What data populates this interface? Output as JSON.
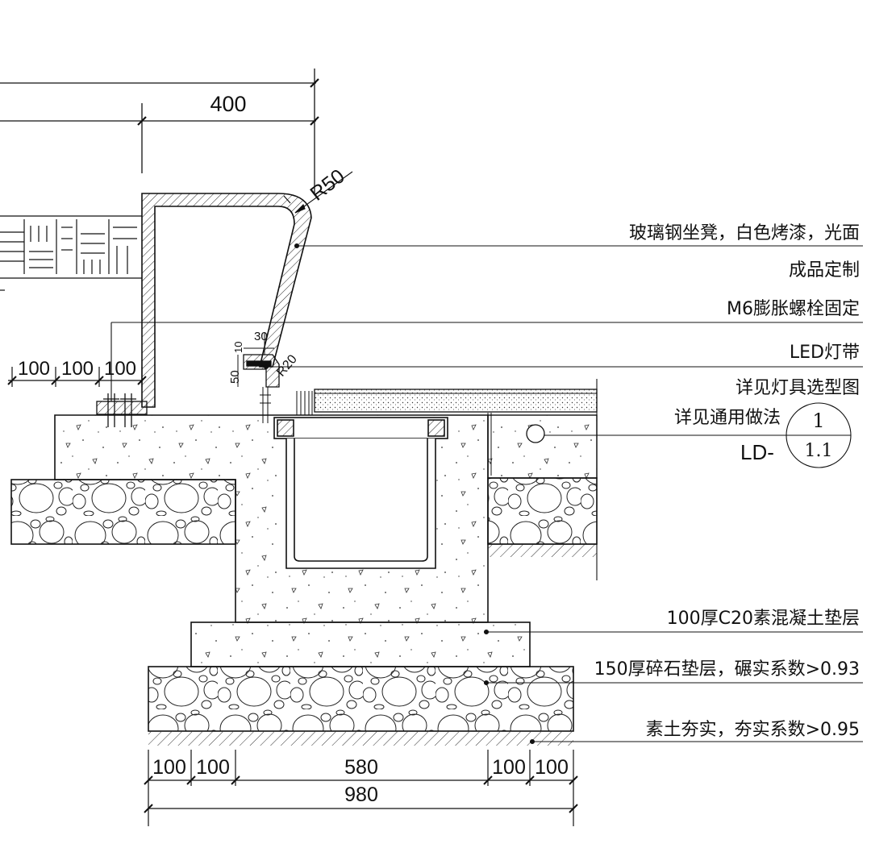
{
  "dimensions": {
    "top": "400",
    "radius_seat": "R50",
    "radius_small": "R20",
    "d30": "30",
    "d10": "10",
    "d50": "50",
    "left_a": "100",
    "left_b": "100",
    "left_c": "100",
    "bottom_a": "100",
    "bottom_b": "100",
    "bottom_mid": "580",
    "bottom_d": "100",
    "bottom_e": "100",
    "overall": "980"
  },
  "callouts": {
    "seat_line1": "玻璃钢坐凳，白色烤漆，光面",
    "seat_line2": "成品定制",
    "bolt": "M6膨胀螺栓固定",
    "led_line1": "LED灯带",
    "led_line2": "详见灯具选型图",
    "general": "详见通用做法",
    "ref_prefix": "LD-",
    "ref_top": "1",
    "ref_bottom": "1.1",
    "concrete": "100厚C20素混凝土垫层",
    "gravel": "150厚碎石垫层，碾实系数>0.93",
    "soil": "素土夯实，夯实系数>0.95"
  }
}
